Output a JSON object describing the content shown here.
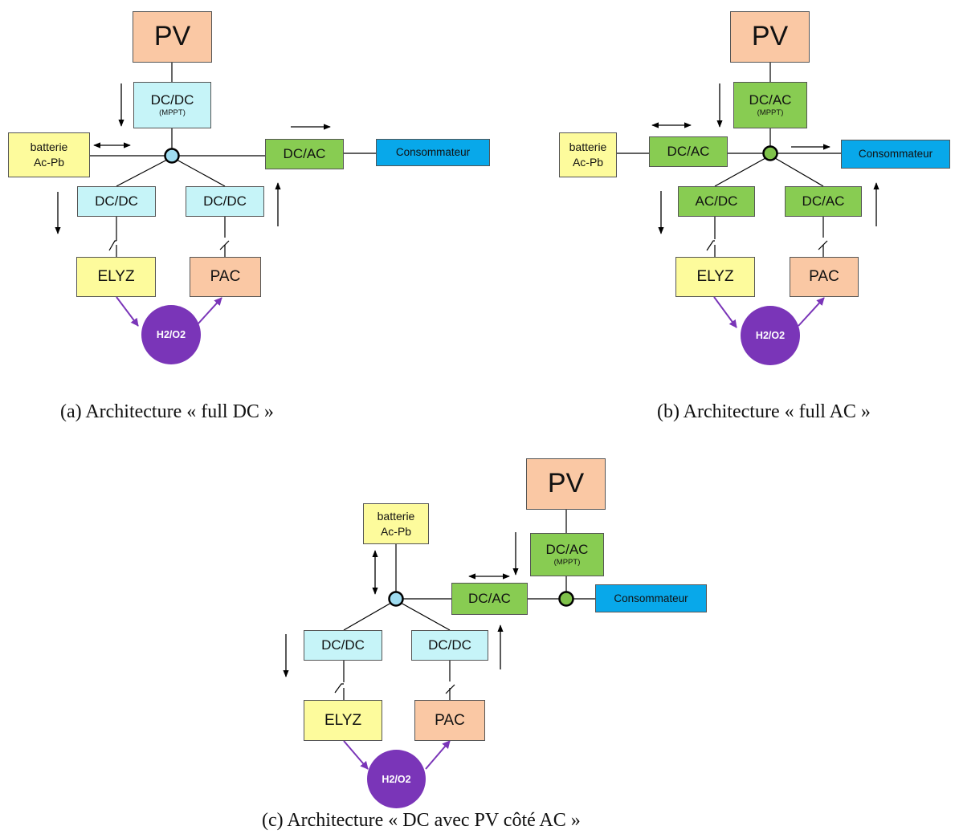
{
  "diagrams": {
    "a": {
      "pv": "PV",
      "pv_converter": "DC/DC",
      "pv_converter_note": "(MPPT)",
      "battery": [
        "batterie",
        "Ac-Pb"
      ],
      "load_converter": "DC/AC",
      "load": "Consommateur",
      "elyz_converter": "DC/DC",
      "pac_converter": "DC/DC",
      "electrolyzer": "ELYZ",
      "fuel_cell": "PAC",
      "storage": "H2/O2",
      "caption": "(a)  Architecture « full DC »"
    },
    "b": {
      "pv": "PV",
      "pv_converter": "DC/AC",
      "pv_converter_note": "(MPPT)",
      "battery": [
        "batterie",
        "Ac-Pb"
      ],
      "battery_converter": "DC/AC",
      "load": "Consommateur",
      "elyz_converter": "AC/DC",
      "pac_converter": "DC/AC",
      "electrolyzer": "ELYZ",
      "fuel_cell": "PAC",
      "storage": "H2/O2",
      "caption": "(b)  Architecture « full AC »"
    },
    "c": {
      "pv": "PV",
      "pv_converter": "DC/AC",
      "pv_converter_note": "(MPPT)",
      "battery": [
        "batterie",
        "Ac-Pb"
      ],
      "bus_converter": "DC/AC",
      "load": "Consommateur",
      "elyz_converter": "DC/DC",
      "pac_converter": "DC/DC",
      "electrolyzer": "ELYZ",
      "fuel_cell": "PAC",
      "storage": "H2/O2",
      "caption": "(c) Architecture « DC avec PV côté AC »"
    }
  },
  "colors": {
    "pv": "#fac8a4",
    "dc_converter": "#c6f4f8",
    "ac_converter": "#88cc52",
    "battery": "#fdfb9c",
    "load": "#08a8ea",
    "storage": "#7a35b8",
    "dc_bus_node": "#9fdcf0",
    "ac_bus_node": "#7fc24a"
  }
}
